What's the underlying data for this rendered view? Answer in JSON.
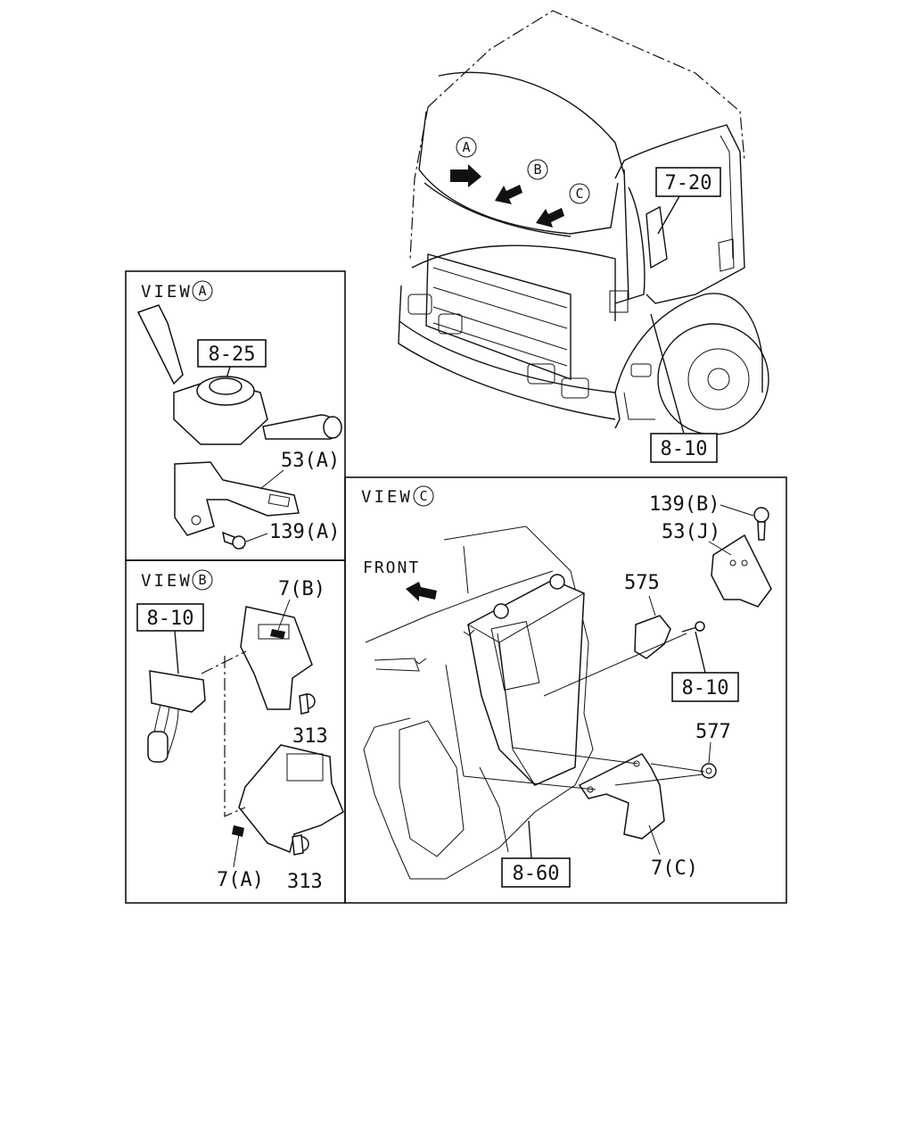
{
  "views": {
    "a": {
      "prefix": "VIEW",
      "letter": "A"
    },
    "b": {
      "prefix": "VIEW",
      "letter": "B"
    },
    "c": {
      "prefix": "VIEW",
      "letter": "C"
    }
  },
  "main": {
    "markers": [
      "A",
      "B",
      "C"
    ],
    "callouts": {
      "door": "7-20",
      "harness": "8-10"
    }
  },
  "view_a": {
    "callouts": {
      "switch": "8-25"
    },
    "labels": {
      "bracket": "53(A)",
      "bolt": "139(A)"
    }
  },
  "view_b": {
    "callouts": {
      "connector": "8-10"
    },
    "labels": {
      "upper_bracket": "7(B)",
      "bolt_upper": "313",
      "bolt_lower": "313",
      "lower_bracket": "7(A)"
    }
  },
  "view_c": {
    "front_label": "FRONT",
    "callouts": {
      "mount": "8-10",
      "unit": "8-60"
    },
    "labels": {
      "bolt": "139(B)",
      "bracket_j": "53(J)",
      "clip": "575",
      "nut": "577",
      "bracket_c": "7(C)"
    }
  }
}
